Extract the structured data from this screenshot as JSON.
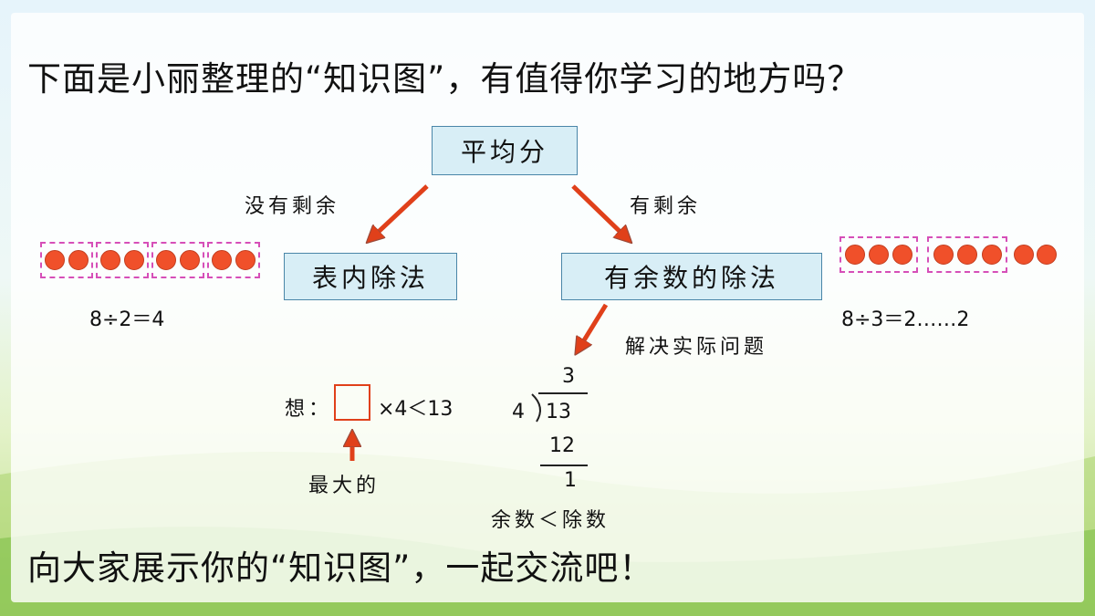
{
  "title": "下面是小丽整理的“知识图”，有值得你学习的地方吗？",
  "footer": "向大家展示你的“知识图”，一起交流吧！",
  "nodes": {
    "root": "平均分",
    "left": "表内除法",
    "right": "有余数的除法"
  },
  "edges": {
    "left": "没有剩余",
    "right": "有剩余",
    "down": "解决实际问题"
  },
  "examples": {
    "left_equation": "8÷2＝4",
    "right_equation": "8÷3＝2……2",
    "left_groups": [
      2,
      2,
      2,
      2
    ],
    "right_groups": [
      3,
      3
    ],
    "right_remainder": 2
  },
  "think": {
    "prefix": "想：",
    "expression": "×4＜13",
    "note": "最大的"
  },
  "long_division": {
    "quotient": "3",
    "divisor": "4",
    "dividend": "13",
    "product": "12",
    "remainder": "1",
    "rule": "余数＜除数"
  },
  "colors": {
    "dot": "#f0502a",
    "dashed_border": "#d64fb8",
    "node_fill": "#d8eef6",
    "node_border": "#4a86a8",
    "arrow": "#e0401a"
  }
}
